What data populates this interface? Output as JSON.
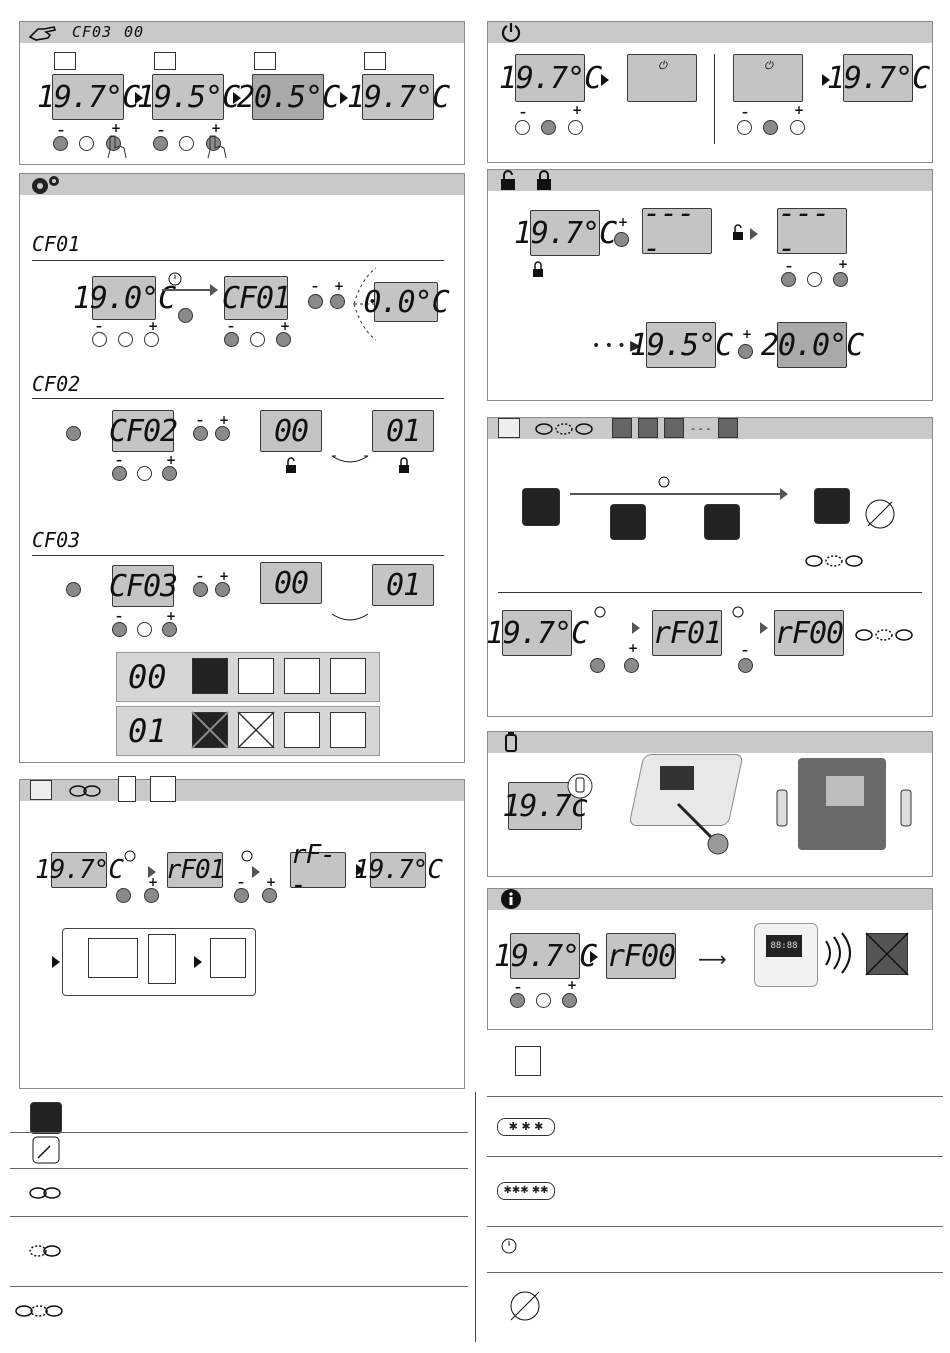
{
  "set_temp": {
    "header_code": "CF03",
    "header_value": "00",
    "screens": [
      "19.7°C",
      "19.5°C",
      "20.5°C",
      "19.7°C"
    ]
  },
  "config": {
    "cf01": {
      "heading": "CF01",
      "screens": [
        "19.0°C",
        "CF01",
        "0.0°C"
      ]
    },
    "cf02": {
      "heading": "CF02",
      "screens": [
        "CF02",
        "00",
        "01"
      ]
    },
    "cf03": {
      "heading": "CF03",
      "screens": [
        "CF03",
        "00",
        "01"
      ],
      "rows": [
        {
          "code": "00"
        },
        {
          "code": "01"
        }
      ]
    }
  },
  "pair": {
    "screens": [
      "19.7°C",
      "rF01",
      "rF--",
      "19.7°C"
    ]
  },
  "power": {
    "screens": [
      "19.7°C",
      "19.7°C"
    ]
  },
  "lock": {
    "screens": [
      "19.7°C",
      "----",
      "----",
      "19.5°C",
      "20.0°C"
    ]
  },
  "relink": {
    "screens": [
      "19.7°C",
      "rF01",
      "rF00"
    ],
    "dash_label": "---"
  },
  "battery": {
    "screens": [
      "19.7c"
    ]
  },
  "info": {
    "screens": [
      "19.7°C",
      "rF00"
    ],
    "device_display": "88:88"
  },
  "signs": {
    "minus": "–",
    "plus": "+"
  },
  "colors": {
    "header_bg": "#c9c9c9",
    "lcd_bg": "#c4c4c4",
    "button_pressed": "#8a8a8a"
  }
}
